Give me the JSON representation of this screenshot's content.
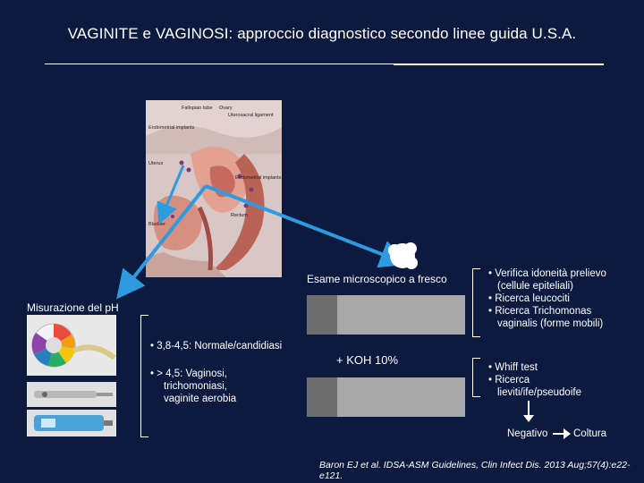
{
  "title": "VAGINITE e VAGINOSI: approccio diagnostico secondo linee guida U.S.A.",
  "anatomy": {
    "labels": [
      "Fallopian tube",
      "Ovary",
      "Uterosacral ligament",
      "Endometrial implants",
      "Uterus",
      "Endometrial implants",
      "Rectum",
      "Bladder"
    ]
  },
  "ph": {
    "label": "Misurazione del pH",
    "range_normal": "• 3,8-4,5: Normale/candidiasi",
    "range_high_line1": "• > 4,5: Vaginosi,",
    "range_high_line2": "trichomoniasi,",
    "range_high_line3": "vaginite aerobia"
  },
  "microscopy": {
    "label": "Esame microscopico a fresco",
    "koh_label": "+ KOH 10%",
    "fresh_items": [
      "• Verifica idoneità prelievo",
      "(cellule epiteliali)",
      "• Ricerca leucociti",
      "• Ricerca Trichomonas",
      "vaginalis (forme mobili)"
    ],
    "koh_items": [
      "• Whiff test",
      "• Ricerca",
      "lieviti/ife/pseudoife"
    ],
    "negative": "Negativo",
    "culture": "Coltura"
  },
  "citation": "Baron EJ et al. IDSA-ASM Guidelines, Clin Infect Dis. 2013 Aug;57(4):e22-e121.",
  "colors": {
    "background": "#0b1a3e",
    "arrow": "#2e9be0"
  }
}
